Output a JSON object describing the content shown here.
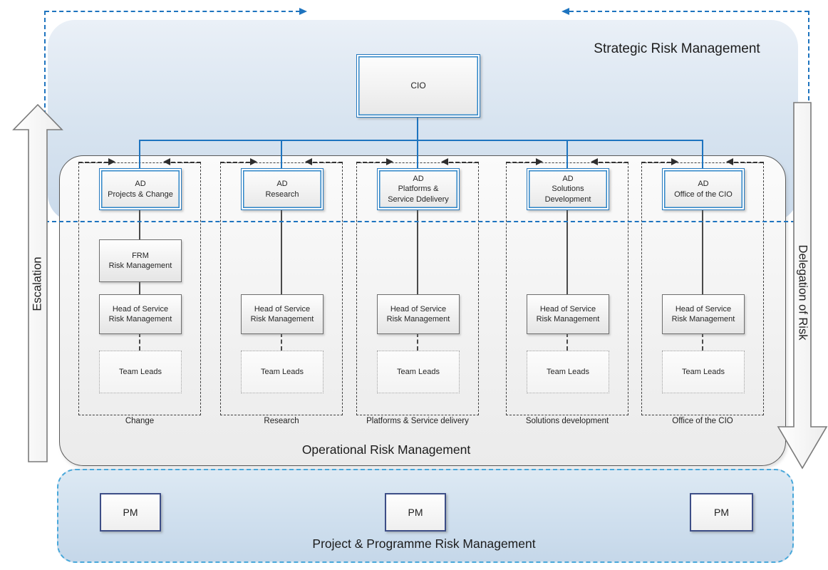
{
  "titles": {
    "strategic": "Strategic Risk Management",
    "operational": "Operational Risk Management",
    "project": "Project & Programme Risk Management"
  },
  "side_arrows": {
    "left": "Escalation",
    "right": "Delegation of Risk"
  },
  "cio": {
    "label": "CIO"
  },
  "pm": {
    "labels": [
      "PM",
      "PM",
      "PM"
    ]
  },
  "columns": [
    {
      "ad": "AD\nProjects & Change",
      "frm": "FRM\nRisk Management",
      "head": "Head of Service\nRisk Management",
      "team": "Team Leads",
      "footer": "Change"
    },
    {
      "ad": "AD\nResearch",
      "head": "Head of Service\nRisk Management",
      "team": "Team Leads",
      "footer": "Research"
    },
    {
      "ad": "AD\nPlatforms &\nService Ddelivery",
      "head": "Head of Service\nRisk Management",
      "team": "Team Leads",
      "footer": "Platforms & Service delivery"
    },
    {
      "ad": "AD\nSolutions\nDevelopment",
      "head": "Head of Service\nRisk Management",
      "team": "Team Leads",
      "footer": "Solutions development"
    },
    {
      "ad": "AD\nOffice of the CIO",
      "head": "Head of Service\nRisk Management",
      "team": "Team Leads",
      "footer": "Office of the CIO"
    }
  ],
  "colors": {
    "connector_blue": "#1e74bf",
    "boundary_dash_blue": "#1e74bf",
    "project_dash_cyan": "#49a8da",
    "pm_border_navy": "#3d4e87",
    "box_border_blue": "#2679be",
    "box_border_gray": "#6e6e6e",
    "column_dash_black": "#3f3f3f",
    "strategic_fill": "#d8e4f0",
    "project_fill": "#cfdfee"
  }
}
